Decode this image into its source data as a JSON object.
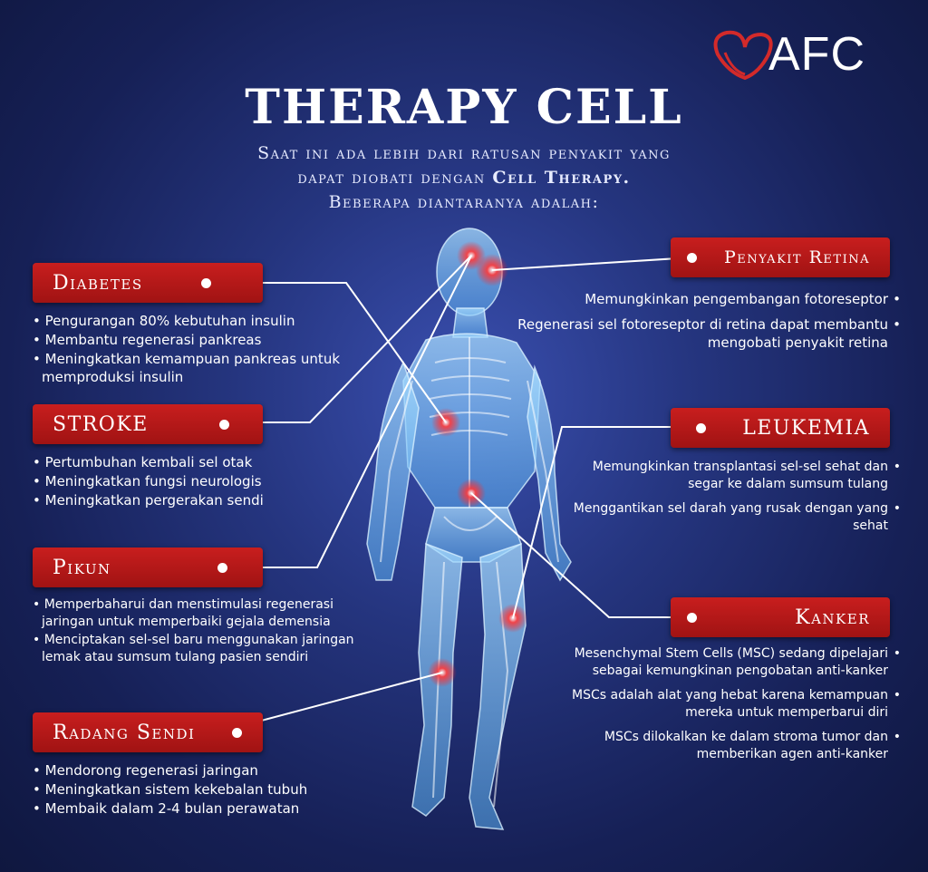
{
  "brand": "AFC",
  "title": "THERAPY CELL",
  "subtitle": {
    "line1": "Saat ini ada lebih dari ratusan penyakit yang",
    "line2_pre": "dapat diobati dengan ",
    "line2_bold": "Cell Therapy.",
    "line3": "Beberapa diantaranya adalah:"
  },
  "diseases": [
    {
      "label": "Diabetes",
      "items": [
        "Pengurangan 80% kebutuhan insulin",
        "Membantu regenerasi pankreas",
        "Meningkatkan kemampuan pankreas untuk memproduksi insulin"
      ]
    },
    {
      "label": "Stroke",
      "items": [
        "Pertumbuhan kembali sel otak",
        "Meningkatkan fungsi neurologis",
        "Meningkatkan pergerakan sendi"
      ]
    },
    {
      "label": "Pikun",
      "items": [
        "Memperbaharui dan menstimulasi regenerasi jaringan untuk memperbaiki gejala demensia",
        "Menciptakan sel-sel baru menggunakan jaringan lemak atau sumsum tulang pasien sendiri"
      ]
    },
    {
      "label": "Radang Sendi",
      "items": [
        "Mendorong regenerasi jaringan",
        "Meningkatkan sistem kekebalan tubuh",
        "Membaik dalam 2-4 bulan perawatan"
      ]
    },
    {
      "label": "Penyakit Retina",
      "items": [
        "Memungkinkan pengembangan fotoreseptor",
        "Regenerasi sel fotoreseptor di retina dapat membantu mengobati penyakit retina"
      ]
    },
    {
      "label": "Leukemia",
      "items": [
        "Memungkinkan transplantasi sel-sel sehat dan segar ke dalam sumsum tulang",
        "Menggantikan sel darah yang rusak dengan yang sehat"
      ]
    },
    {
      "label": "Kanker",
      "items": [
        "Mesenchymal Stem Cells (MSC) sedang dipelajari sebagai kemungkinan pengobatan anti-kanker",
        "MSCs adalah alat yang hebat karena kemampuan mereka untuk memperbarui diri",
        "MSCs dilokalkan ke dalam stroma tumor dan memberikan agen anti-kanker"
      ]
    }
  ],
  "colors": {
    "red": "#b81818",
    "bg": "#1e2b6e",
    "body": "#8fd0ff"
  }
}
